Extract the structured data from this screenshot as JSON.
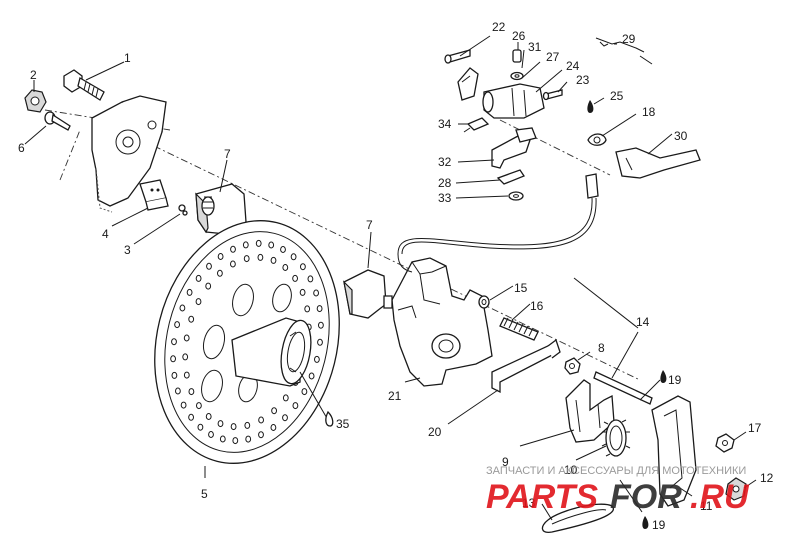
{
  "callouts": {
    "c1": "1",
    "c2": "2",
    "c3": "3",
    "c4": "4",
    "c5": "5",
    "c6": "6",
    "c7a": "7",
    "c7b": "7",
    "c8": "8",
    "c9": "9",
    "c10": "10",
    "c11": "11",
    "c12": "12",
    "c13": "13",
    "c14": "14",
    "c15": "15",
    "c16": "16",
    "c17": "17",
    "c18": "18",
    "c19a": "19",
    "c19b": "19",
    "c20": "20",
    "c21": "21",
    "c22": "22",
    "c23": "23",
    "c24": "24",
    "c25": "25",
    "c26": "26",
    "c27": "27",
    "c28": "28",
    "c29": "29",
    "c30": "30",
    "c31": "31",
    "c32": "32",
    "c33": "33",
    "c34": "34",
    "c35": "35"
  },
  "watermark": {
    "tagline": "ЗАПЧАСТИ И АКСЕССУАРЫ ДЛЯ МОТОТЕХНИКИ",
    "logo_red_a": "PARTS",
    "logo_dark": "FOR",
    "logo_red_b": ".RU"
  }
}
